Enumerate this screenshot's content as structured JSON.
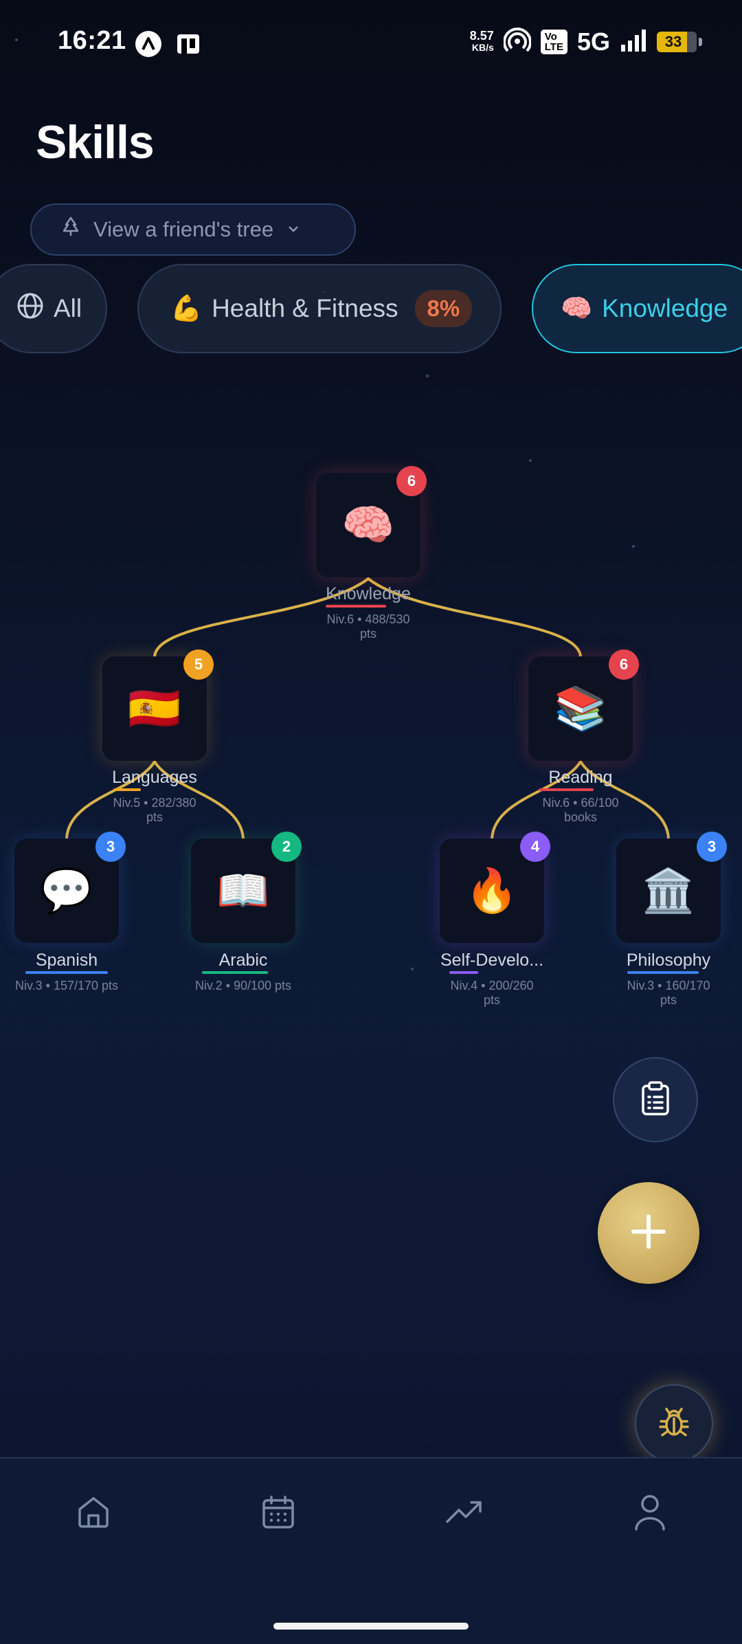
{
  "status_bar": {
    "time": "16:21",
    "net_speed_value": "8.57",
    "net_speed_unit": "KB/s",
    "volte_top": "Vo",
    "volte_bottom": "LTE",
    "network": "5G",
    "battery": "33"
  },
  "header": {
    "title": "Skills",
    "friend_tree_label": "View a friend's tree"
  },
  "categories": [
    {
      "icon": "globe-icon",
      "label": "All"
    },
    {
      "icon": "💪",
      "label": "Health & Fitness",
      "percent": "8%"
    },
    {
      "icon": "🧠",
      "label": "Knowledge",
      "selected": true
    }
  ],
  "tree": {
    "root": {
      "emoji": "🧠",
      "badge": "6",
      "label": "Knowledge",
      "meta_line1": "Niv.6 • 488/530",
      "meta_line2": "pts",
      "accent": "#e5444e"
    },
    "languages": {
      "emoji": "🇪🇸",
      "badge": "5",
      "label": "Languages",
      "meta_line1": "Niv.5 • 282/380",
      "meta_line2": "pts",
      "accent": "#f2a223"
    },
    "reading": {
      "emoji": "📚",
      "badge": "6",
      "label": "Reading",
      "meta_line1": "Niv.6 • 66/100",
      "meta_line2": "books",
      "accent": "#e5444e"
    },
    "spanish": {
      "emoji": "💬",
      "badge": "3",
      "label": "Spanish",
      "meta_line1": "Niv.3 • 157/170 pts",
      "accent": "#3b82f6"
    },
    "arabic": {
      "emoji": "📖",
      "badge": "2",
      "label": "Arabic",
      "meta_line1": "Niv.2 • 90/100 pts",
      "accent": "#14b981"
    },
    "self_development": {
      "emoji": "🔥",
      "badge": "4",
      "label": "Self-Develo...",
      "meta_line1": "Niv.4 • 200/260",
      "meta_line2": "pts",
      "accent": "#8b5cf6"
    },
    "philosophy": {
      "emoji": "🏛️",
      "badge": "3",
      "label": "Philosophy",
      "meta_line1": "Niv.3 • 160/170",
      "meta_line2": "pts",
      "accent": "#3b82f6"
    }
  },
  "colors": {
    "tree_line": "#d8b24a",
    "fab_gold": "#cdae62"
  },
  "bottom_nav": [
    {
      "icon": "home-icon"
    },
    {
      "icon": "calendar-icon"
    },
    {
      "icon": "trending-up-icon"
    },
    {
      "icon": "profile-icon"
    }
  ]
}
